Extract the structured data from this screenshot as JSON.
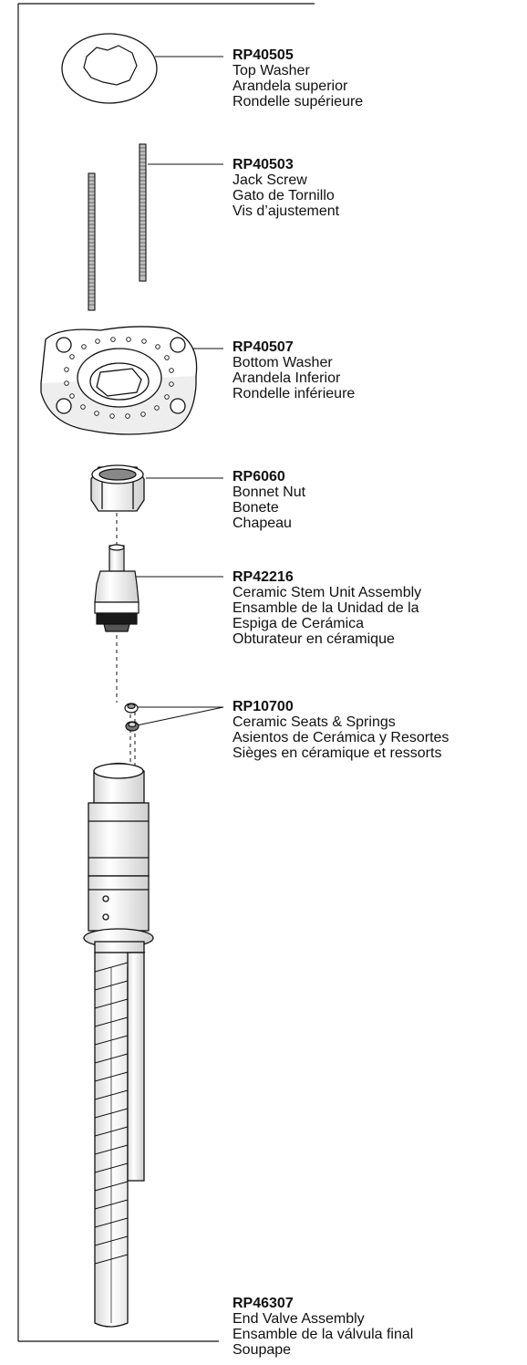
{
  "parts": [
    {
      "number": "RP40505",
      "lines": [
        "Top Washer",
        "Arandela superior",
        "Rondelle supérieure"
      ]
    },
    {
      "number": "RP40503",
      "lines": [
        "Jack Screw",
        "Gato de Tornillo",
        "Vis d’ajustement"
      ]
    },
    {
      "number": "RP40507",
      "lines": [
        "Bottom Washer",
        "Arandela Inferior",
        "Rondelle inférieure"
      ]
    },
    {
      "number": "RP6060",
      "lines": [
        "Bonnet Nut",
        "Bonete",
        "Chapeau"
      ]
    },
    {
      "number": "RP42216",
      "lines": [
        "Ceramic Stem Unit Assembly",
        "Ensamble de la Unidad de la",
        "Espiga de Cerámica",
        "Obturateur en céramique"
      ]
    },
    {
      "number": "RP10700",
      "lines": [
        "Ceramic Seats & Springs",
        "Asientos de Cerámica y Resortes",
        "Sièges en céramique et ressorts"
      ]
    },
    {
      "number": "RP46307",
      "lines": [
        "End Valve Assembly",
        "Ensamble de la válvula final",
        "Soupape"
      ]
    }
  ]
}
